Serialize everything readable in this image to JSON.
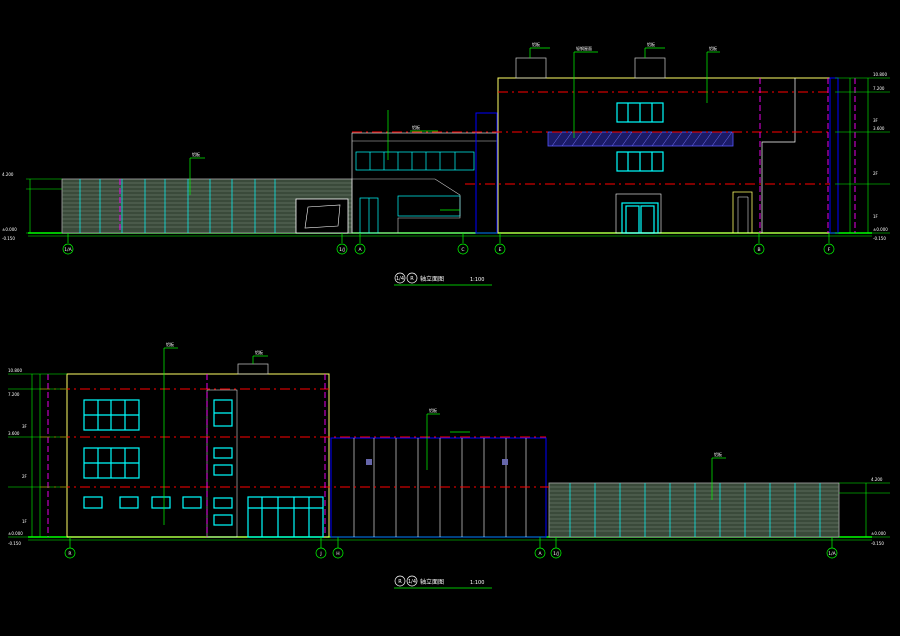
{
  "drawing": {
    "upper_elevation": {
      "title_axis_left": "1/4",
      "title_axis_right": "R",
      "title_text": "轴立面图",
      "scale": "1:100",
      "grid_axes": [
        "1/A",
        "1/J",
        "A",
        "C",
        "E",
        "B",
        "F"
      ],
      "levels_left": [
        "4.200",
        "±0.000",
        "-0.150"
      ],
      "levels_right": [
        "10.800",
        "7.200",
        "3.600",
        "±0.000",
        "-0.150"
      ],
      "floor_marks": [
        "3F",
        "2F",
        "1F"
      ],
      "callouts": [
        "铝板",
        "轻钢屋面",
        "铝板",
        "铝板",
        "铝板",
        "铝板"
      ]
    },
    "lower_elevation": {
      "title_axis_left": "R",
      "title_axis_right": "1/4",
      "title_text": "轴立面图",
      "scale": "1:100",
      "grid_axes": [
        "R",
        "J",
        "H",
        "A",
        "1/J",
        "1/A"
      ],
      "levels_left": [
        "10.800",
        "7.200",
        "3.600",
        "±0.000",
        "-0.150"
      ],
      "levels_right": [
        "4.200",
        "±0.000",
        "-0.150"
      ],
      "floor_marks": [
        "3F",
        "2F",
        "1F"
      ],
      "callouts": [
        "铝板",
        "铝板",
        "铝板",
        "铝板"
      ]
    }
  }
}
